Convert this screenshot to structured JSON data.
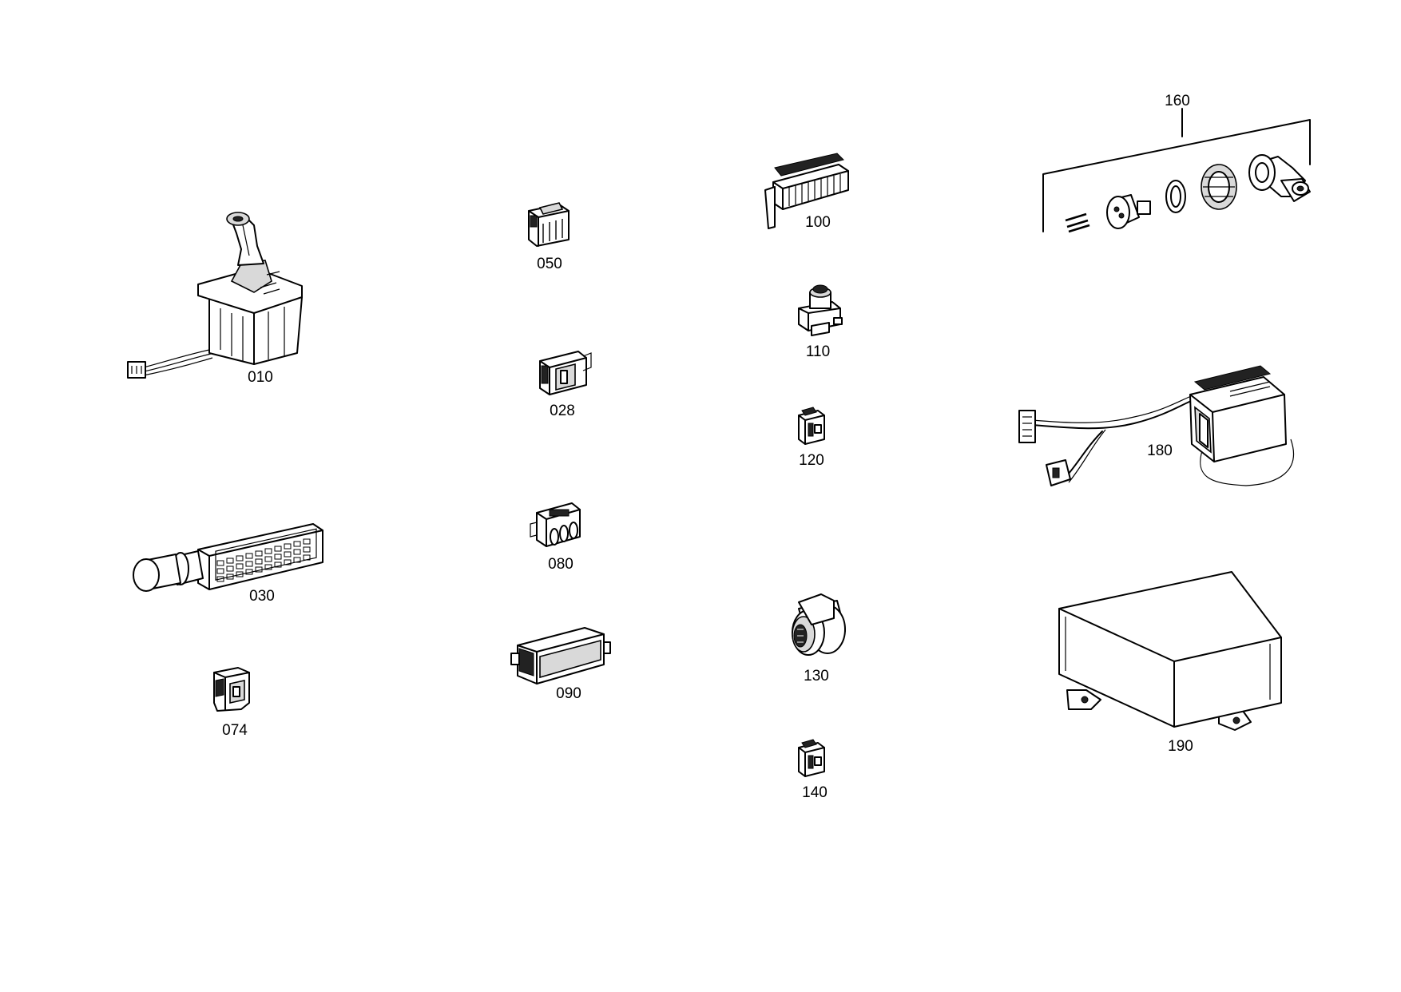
{
  "parts": [
    {
      "id": "010",
      "label": "010",
      "icon": "joystick-shift-lever-icon"
    },
    {
      "id": "050",
      "label": "050",
      "icon": "connector-housing-icon"
    },
    {
      "id": "028",
      "label": "028",
      "icon": "connector-housing-icon"
    },
    {
      "id": "080",
      "label": "080",
      "icon": "connector-housing-icon"
    },
    {
      "id": "090",
      "label": "090",
      "icon": "connector-strip-icon"
    },
    {
      "id": "030",
      "label": "030",
      "icon": "multi-pin-connector-icon"
    },
    {
      "id": "074",
      "label": "074",
      "icon": "connector-housing-icon"
    },
    {
      "id": "100",
      "label": "100",
      "icon": "connector-strip-icon"
    },
    {
      "id": "110",
      "label": "110",
      "icon": "switch-connector-icon"
    },
    {
      "id": "120",
      "label": "120",
      "icon": "plug-connector-icon"
    },
    {
      "id": "130",
      "label": "130",
      "icon": "round-connector-icon"
    },
    {
      "id": "140",
      "label": "140",
      "icon": "plug-connector-icon"
    },
    {
      "id": "160",
      "label": "160",
      "icon": "plug-kit-exploded-icon"
    },
    {
      "id": "180",
      "label": "180",
      "icon": "display-with-harness-icon"
    },
    {
      "id": "190",
      "label": "190",
      "icon": "control-unit-box-icon"
    }
  ]
}
